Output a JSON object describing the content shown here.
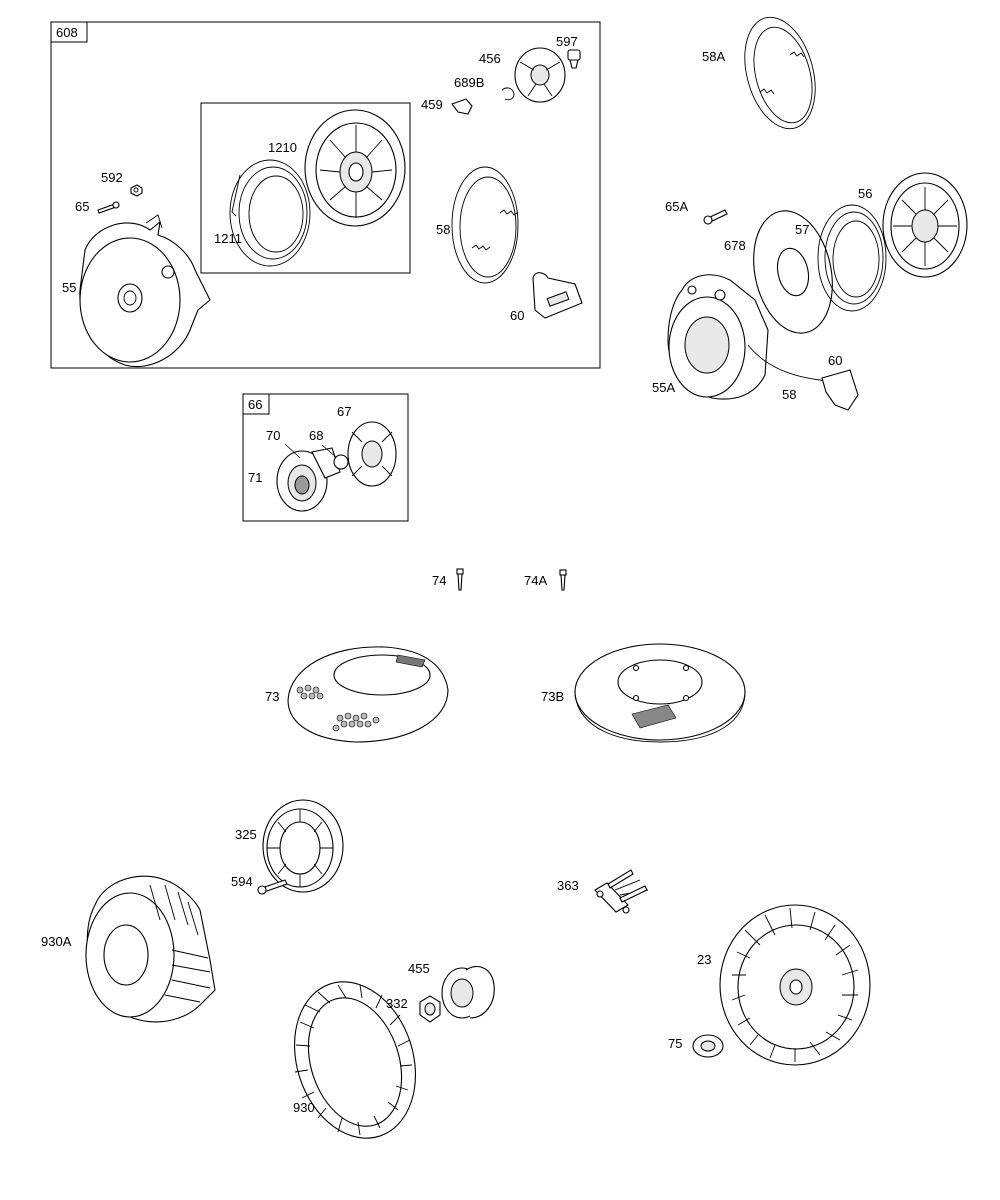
{
  "labels": {
    "l608": "608",
    "l597": "597",
    "l456": "456",
    "l689b": "689B",
    "l459": "459",
    "l1210": "1210",
    "l1211": "1211",
    "l592": "592",
    "l65": "65",
    "l55": "55",
    "l58": "58",
    "l60": "60",
    "l58a": "58A",
    "l65a": "65A",
    "l56": "56",
    "l57": "57",
    "l678": "678",
    "l55a": "55A",
    "l60b": "60",
    "l58b": "58",
    "l66": "66",
    "l67": "67",
    "l70": "70",
    "l68": "68",
    "l71": "71",
    "l74": "74",
    "l74a": "74A",
    "l73": "73",
    "l73b": "73B",
    "l325": "325",
    "l594": "594",
    "l930a": "930A",
    "l455": "455",
    "l332": "332",
    "l930": "930",
    "l363": "363",
    "l23": "23",
    "l75": "75"
  }
}
